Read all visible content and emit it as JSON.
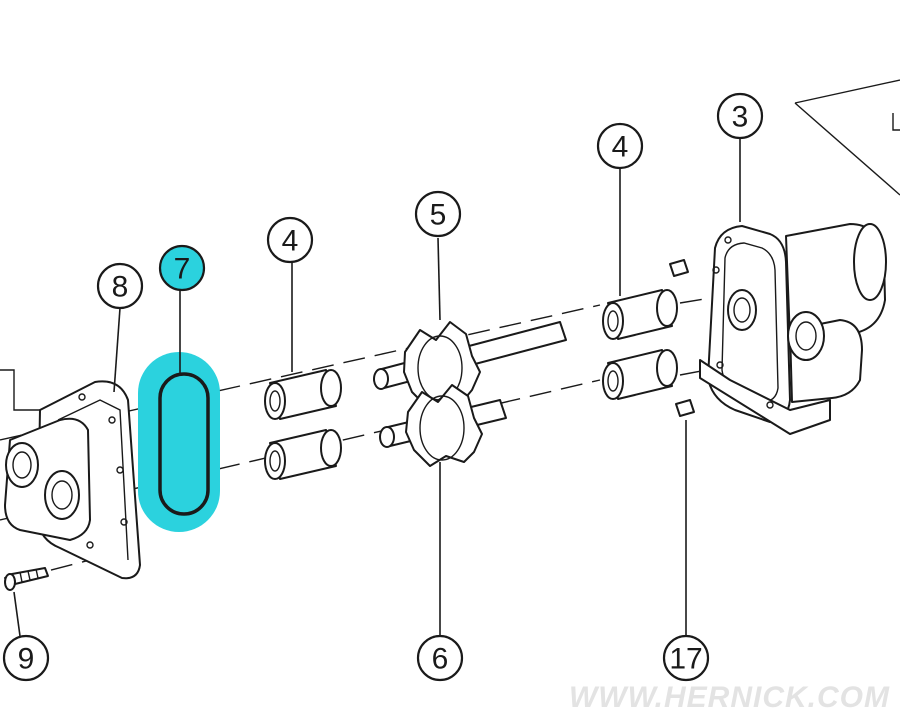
{
  "diagram": {
    "callouts": {
      "c3": "3",
      "c4_upper": "4",
      "c4_left": "4",
      "c5": "5",
      "c6": "6",
      "c7": "7",
      "c8": "8",
      "c9": "9",
      "c17": "17"
    },
    "highlight_color": "#2bd2de",
    "watermark": "WWW.HERNICK.COM"
  }
}
